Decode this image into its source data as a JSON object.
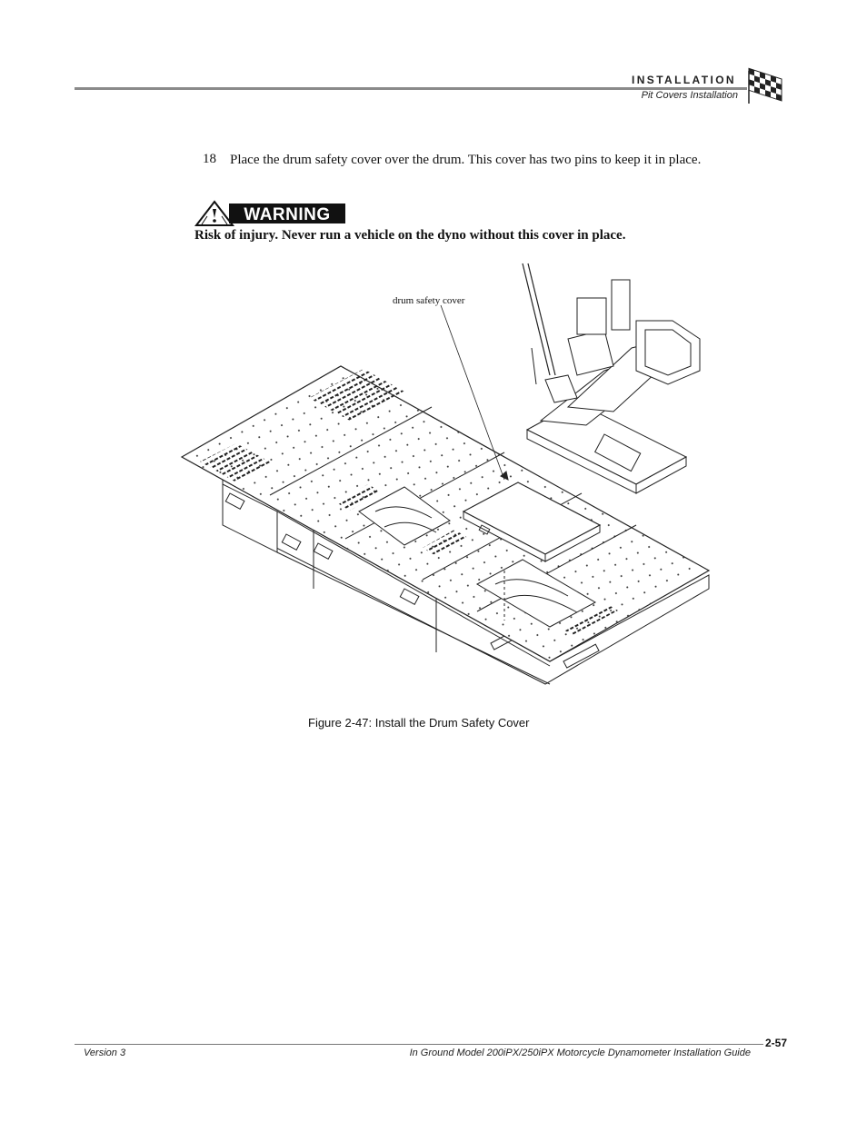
{
  "header": {
    "section": "INSTALLATION",
    "subsection": "Pit Covers Installation"
  },
  "step": {
    "number": "18",
    "text": "Place the drum safety cover over the drum. This cover has two pins to keep it in place."
  },
  "warning": {
    "banner_label": "WARNING",
    "text": "Risk of injury. Never run a vehicle on the dyno without this cover in place."
  },
  "figure": {
    "callout": "drum safety cover",
    "caption": "Figure 2-47: Install the Drum Safety Cover"
  },
  "footer": {
    "version": "Version 3",
    "title": "In Ground Model 200iPX/250iPX Motorcycle Dynamometer Installation Guide",
    "page": "2-57"
  }
}
